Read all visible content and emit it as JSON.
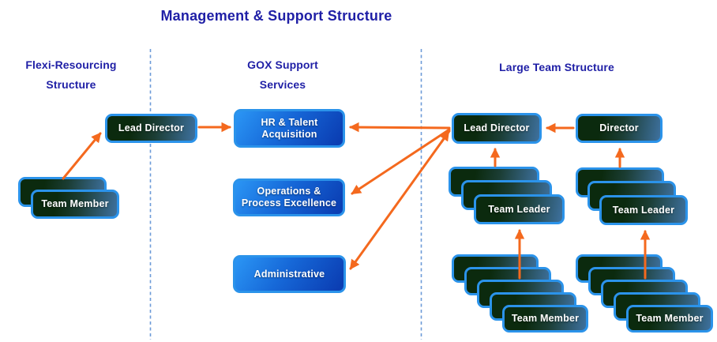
{
  "title": "Management & Support Structure",
  "sections": {
    "flexi": {
      "heading": "Flexi-Resourcing\nStructure"
    },
    "gox": {
      "heading": "GOX Support\nServices"
    },
    "large": {
      "heading": "Large Team Structure"
    }
  },
  "nodes": {
    "flexi_lead_director": {
      "label": "Lead Director"
    },
    "flexi_team_member": {
      "label": "Team Member",
      "stack_count": 2
    },
    "hr_talent": {
      "label": "HR & Talent\nAcquisition"
    },
    "operations": {
      "label": "Operations &\nProcess Excellence"
    },
    "administrative": {
      "label": "Administrative"
    },
    "large_lead_director": {
      "label": "Lead Director"
    },
    "large_director": {
      "label": "Director"
    },
    "team_leader_left": {
      "label": "Team Leader",
      "stack_count": 3
    },
    "team_leader_right": {
      "label": "Team Leader",
      "stack_count": 3
    },
    "team_member_left": {
      "label": "Team Member",
      "stack_count": 5
    },
    "team_member_right": {
      "label": "Team Member",
      "stack_count": 5
    }
  },
  "colors": {
    "heading_text": "#1f1fa6",
    "arrow": "#f4691e",
    "divider": "#6d9bd8",
    "box_border": "#2b93ea",
    "dark_box_gradient_start": "#0b2a0e",
    "dark_box_gradient_end": "#3e719f",
    "blue_box_gradient_start": "#2b96f5",
    "blue_box_gradient_end": "#0b3eb3",
    "box_text": "#ffffff"
  }
}
